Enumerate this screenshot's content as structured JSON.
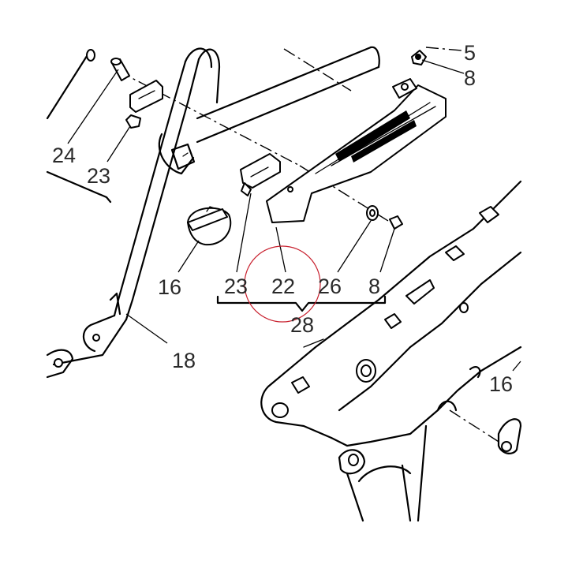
{
  "diagram": {
    "highlight_color": "#c8202e",
    "line_color": "#000000",
    "callouts": {
      "c5": "5",
      "c8_top": "8",
      "c24": "24",
      "c23_left": "23",
      "c16_left": "16",
      "c18": "18",
      "c23": "23",
      "c22": "22",
      "c26": "26",
      "c8": "8",
      "c28": "28",
      "c16_right": "16"
    }
  }
}
